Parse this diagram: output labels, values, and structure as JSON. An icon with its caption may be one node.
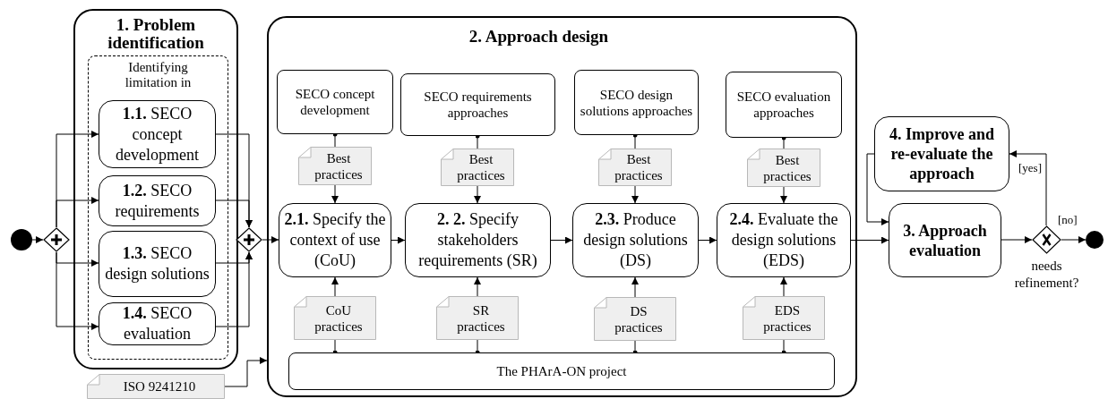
{
  "diagram": {
    "nodes": [
      {
        "text": [],
        "shape": "circle"
      },
      {
        "text": [],
        "shape": "diamond"
      },
      {
        "text": [
          "1. Problem identification"
        ]
      },
      {
        "text": [
          "Identifying limitation in"
        ],
        "in": 2
      },
      {
        "text": [
          "**1.1.** SECO concept development"
        ],
        "in": 3
      },
      {
        "text": [
          "**1.2.** SECO requirements"
        ],
        "in": 3
      },
      {
        "text": [
          "**1.3.** SECO design solutions"
        ],
        "in": 3
      },
      {
        "text": [
          "**1.4.** SECO evaluation"
        ],
        "in": 3
      },
      {
        "text": [],
        "shape": "diamond"
      },
      {
        "text": [
          "2. Approach design"
        ]
      },
      {
        "text": [
          "SECO concept development"
        ],
        "in": 9
      },
      {
        "text": [
          "SECO requirements approaches"
        ],
        "in": 9
      },
      {
        "text": [
          "SECO design solutions approaches"
        ],
        "in": 9
      },
      {
        "text": [
          "SECO evaluation approaches"
        ],
        "in": 9
      },
      {
        "text": [
          "Best practices"
        ],
        "in": 9
      },
      {
        "text": [
          "Best practices"
        ],
        "in": 9
      },
      {
        "text": [
          "Best practices"
        ],
        "in": 9
      },
      {
        "text": [
          "Best practices"
        ],
        "in": 9
      },
      {
        "text": [
          "**2.1.** Specify the context of use (CoU)"
        ],
        "in": 9
      },
      {
        "text": [
          "**2. 2.** Specify stakeholders requirements (SR)"
        ],
        "in": 9
      },
      {
        "text": [
          "**2.3.** Produce design solutions (DS)"
        ],
        "in": 9
      },
      {
        "text": [
          "**2.4.** Evaluate the design solutions (EDS)"
        ],
        "in": 9
      },
      {
        "text": [
          "CoU practices"
        ],
        "in": 9
      },
      {
        "text": [
          "SR practices"
        ],
        "in": 9
      },
      {
        "text": [
          "DS practices"
        ],
        "in": 9
      },
      {
        "text": [
          "EDS practices"
        ],
        "in": 9
      },
      {
        "text": [
          "The PHArA-ON project"
        ],
        "in": 9
      },
      {
        "text": [
          "ISO 9241210"
        ]
      },
      {
        "text": [
          "4. Improve and re-evaluate the approach"
        ]
      },
      {
        "text": [
          "3. Approach evaluation"
        ]
      },
      {
        "text": [],
        "shape": "diamond",
        "beside": [
          "needs refinement?"
        ]
      },
      {
        "text": [],
        "shape": "circle"
      }
    ],
    "edges": [
      {
        "from": 0,
        "to": 1,
        "arrow": "to"
      },
      {
        "from": 1,
        "to": 4,
        "arrow": "to"
      },
      {
        "from": 1,
        "to": 5,
        "arrow": "to"
      },
      {
        "from": 1,
        "to": 6,
        "arrow": "to"
      },
      {
        "from": 1,
        "to": 7,
        "arrow": "to"
      },
      {
        "from": 4,
        "to": 8,
        "arrow": "to"
      },
      {
        "from": 5,
        "to": 8,
        "arrow": "to"
      },
      {
        "from": 6,
        "to": 8,
        "arrow": "to"
      },
      {
        "from": 7,
        "to": 8,
        "arrow": "to"
      },
      {
        "from": 8,
        "to": 18,
        "arrow": "to"
      },
      {
        "from": 18,
        "to": 19,
        "arrow": "to"
      },
      {
        "from": 19,
        "to": 20,
        "arrow": "to"
      },
      {
        "from": 20,
        "to": 21,
        "arrow": "to"
      },
      {
        "from": 10,
        "to": 14,
        "arrow": "other"
      },
      {
        "from": 14,
        "to": 18,
        "arrow": "to"
      },
      {
        "from": 11,
        "to": 15,
        "arrow": "other"
      },
      {
        "from": 15,
        "to": 19,
        "arrow": "to"
      },
      {
        "from": 12,
        "to": 16,
        "arrow": "other"
      },
      {
        "from": 16,
        "to": 20,
        "arrow": "to"
      },
      {
        "from": 13,
        "to": 17,
        "arrow": "other"
      },
      {
        "from": 17,
        "to": 21,
        "arrow": "to"
      },
      {
        "from": 26,
        "to": 22,
        "arrow": "other"
      },
      {
        "from": 22,
        "to": 18,
        "arrow": "to"
      },
      {
        "from": 26,
        "to": 23,
        "arrow": "other"
      },
      {
        "from": 23,
        "to": 19,
        "arrow": "to"
      },
      {
        "from": 26,
        "to": 24,
        "arrow": "other"
      },
      {
        "from": 24,
        "to": 20,
        "arrow": "to"
      },
      {
        "from": 26,
        "to": 25,
        "arrow": "other"
      },
      {
        "from": 25,
        "to": 21,
        "arrow": "to"
      },
      {
        "from": 27,
        "to": 9,
        "arrow": "to"
      },
      {
        "from": 21,
        "to": 29,
        "arrow": "to"
      },
      {
        "from": 28,
        "to": 29,
        "arrow": "to"
      },
      {
        "from": 29,
        "to": 30,
        "arrow": "to"
      },
      {
        "from": 30,
        "to": 31,
        "arrow": "to",
        "label": "[no]"
      },
      {
        "from": 30,
        "to": 28,
        "arrow": "to",
        "label": "[yes]"
      }
    ]
  }
}
